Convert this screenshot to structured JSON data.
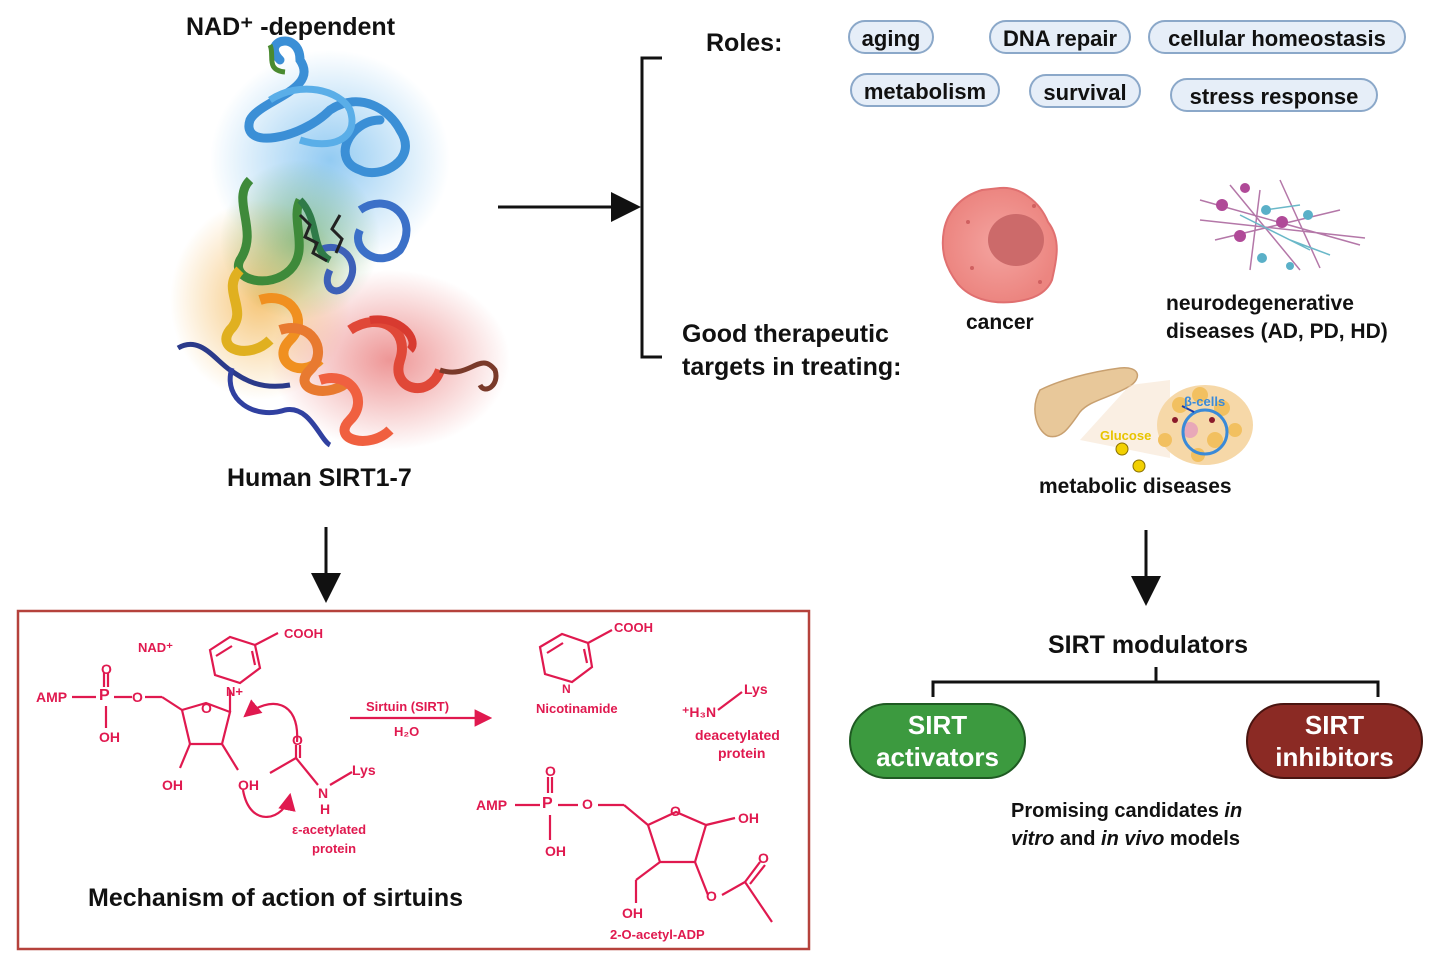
{
  "protein": {
    "top_label": "NAD⁺ -dependent",
    "bottom_label": "Human SIRT1-7"
  },
  "roles": {
    "label": "Roles:",
    "items": [
      "aging",
      "DNA repair",
      "cellular homeostasis",
      "metabolism",
      "survival",
      "stress response"
    ]
  },
  "targets": {
    "label_line1": "Good therapeutic",
    "label_line2": "targets in treating:",
    "cancer": "cancer",
    "neuro_line1": "neurodegenerative",
    "neuro_line2": "diseases (AD, PD, HD)",
    "metabolic": "metabolic diseases",
    "beta_cells": "β-cells",
    "glucose": "Glucose"
  },
  "modulators": {
    "title": "SIRT modulators",
    "activators_line1": "SIRT",
    "activators_line2": "activators",
    "inhibitors_line1": "SIRT",
    "inhibitors_line2": "inhibitors",
    "note_part1": "Promising candidates ",
    "note_in1": "in",
    "note_vitro": "vitro",
    "note_and": " and ",
    "note_in_vivo": "in vivo",
    "note_models": " models"
  },
  "mechanism": {
    "title": "Mechanism of action of sirtuins",
    "nad": "NAD⁺",
    "cooh1": "COOH",
    "cooh2": "COOH",
    "amp1": "AMP",
    "amp2": "AMP",
    "p1": "P",
    "p2": "P",
    "o": "O",
    "oh": "OH",
    "n_plus": "N+",
    "n": "N",
    "h": "H",
    "lys": "Lys",
    "enzyme": "Sirtuin (SIRT)",
    "water": "H₂O",
    "nicotinamide": "Nicotinamide",
    "h3n": "⁺H₃N",
    "deacetylated_line1": "deacetylated",
    "deacetylated_line2": "protein",
    "acetylated_line1": "ε-acetylated",
    "acetylated_line2": "protein",
    "product": "2-O-acetyl-ADP"
  },
  "colors": {
    "chem_red": "#e0194f",
    "box_border": "#b5423c",
    "activator_green": "#3c9a3f",
    "inhibitor_red": "#8b2a24",
    "pill_fill": "#e6eef8",
    "pill_border": "#8ba8c9"
  }
}
